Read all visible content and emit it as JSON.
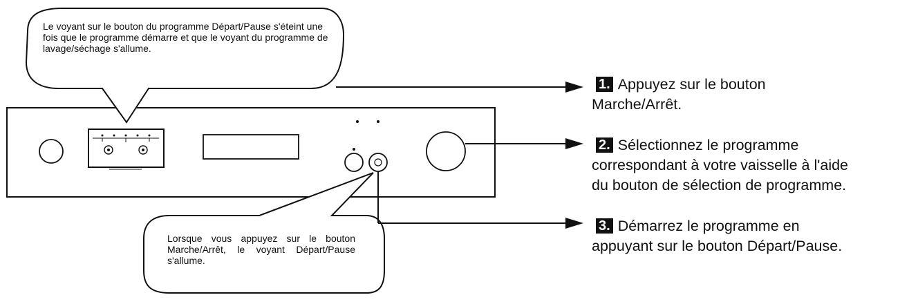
{
  "callouts": {
    "top": "Le voyant sur le bouton du programme Départ/Pause s'éteint une fois que le programme démarre et que le voyant du programme de lavage/séchage s'allume.",
    "bottom": "Lorsque vous appuyez sur le bouton Marche/Arrêt, le voyant Départ/Pause s'allume."
  },
  "steps": [
    {
      "number": "1.",
      "line1": "Appuyez sur le bouton",
      "line2": "Marche/Arrêt."
    },
    {
      "number": "2.",
      "line1": "Sélectionnez le programme",
      "line2": "correspondant à votre vaisselle à l'aide",
      "line3": "du bouton de sélection de programme."
    },
    {
      "number": "3.",
      "line1": "Démarrez le programme en",
      "line2": "appuyant sur le bouton Départ/Pause."
    }
  ],
  "colors": {
    "line": "#111111",
    "background": "#ffffff"
  }
}
